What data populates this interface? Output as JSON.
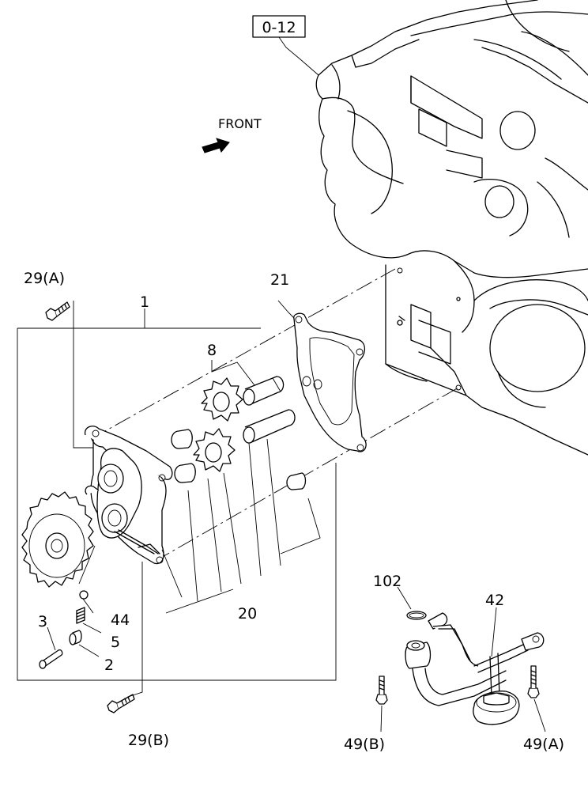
{
  "reference_box": "0-12",
  "direction_label": "FRONT",
  "callouts": {
    "c1": "1",
    "c2": "2",
    "c3": "3",
    "c5": "5",
    "c8": "8",
    "c20": "20",
    "c21": "21",
    "c29a": "29(A)",
    "c29b": "29(B)",
    "c42": "42",
    "c44": "44",
    "c49a": "49(A)",
    "c49b": "49(B)",
    "c102": "102"
  },
  "icons": {
    "front_arrow": "arrow-icon"
  }
}
